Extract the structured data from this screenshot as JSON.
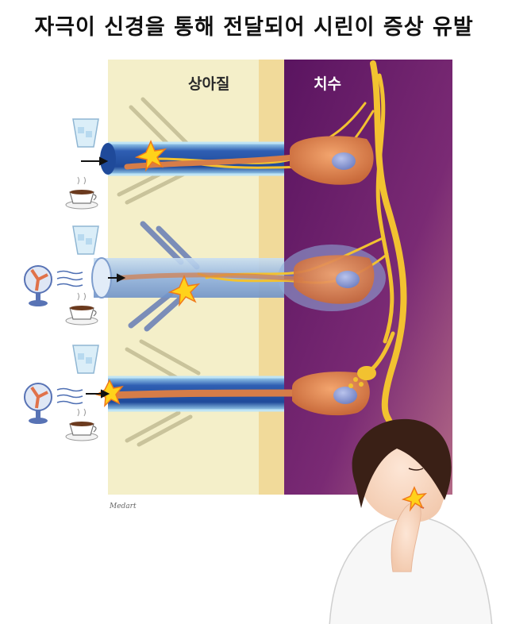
{
  "title": "자극이 신경을 통해 전달되어 시린이 증상 유발",
  "labels": {
    "dentin": "상아질",
    "pulp": "치수"
  },
  "signature": "Medart",
  "colors": {
    "dentin": "#f4efc9",
    "pulp": "#6a1f6a",
    "tubule": "#2f5fb3",
    "nerve": "#f2c230",
    "odontoblast": "#e08a54",
    "spark": "#ffd21a"
  },
  "stimuli": [
    {
      "name": "ice-water",
      "icon": "glass-of-ice-water-icon"
    },
    {
      "name": "hot-coffee",
      "icon": "hot-coffee-cup-icon"
    },
    {
      "name": "cold-air",
      "icon": "electric-fan-icon"
    }
  ]
}
